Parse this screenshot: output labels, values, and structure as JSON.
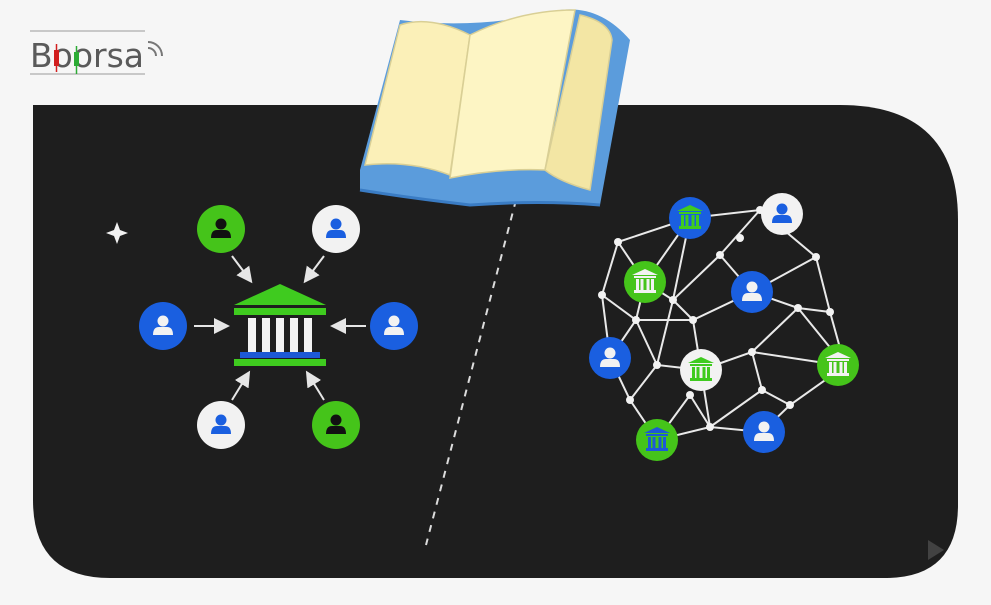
{
  "brand": {
    "logo_text": "Boorsa"
  },
  "colors": {
    "panel": "#1e1e1e",
    "blue": "#1a5fe0",
    "green": "#45c41a",
    "white": "#f2f2f2",
    "bank_green": "#3fcb1f",
    "bank_blue": "#1d59d6",
    "book_cover": "#6aa6e0",
    "book_pages": "#fbf0b8"
  },
  "icons": [
    "sparkle-icon",
    "bank-icon",
    "user-icon",
    "book-icon",
    "play-icon"
  ],
  "left_diagram": {
    "description_type": "centralized-network",
    "nodes": [
      {
        "kind": "user",
        "color": "green"
      },
      {
        "kind": "user",
        "color": "white"
      },
      {
        "kind": "user",
        "color": "blue"
      },
      {
        "kind": "user",
        "color": "blue"
      },
      {
        "kind": "user",
        "color": "white"
      },
      {
        "kind": "user",
        "color": "green"
      }
    ]
  },
  "right_diagram": {
    "description_type": "decentralized-network",
    "nodes": [
      {
        "kind": "bank",
        "color": "blue"
      },
      {
        "kind": "user",
        "color": "white"
      },
      {
        "kind": "bank",
        "color": "green"
      },
      {
        "kind": "user",
        "color": "blue"
      },
      {
        "kind": "user",
        "color": "blue"
      },
      {
        "kind": "bank",
        "color": "white"
      },
      {
        "kind": "bank",
        "color": "green"
      },
      {
        "kind": "bank",
        "color": "green"
      },
      {
        "kind": "user",
        "color": "blue"
      }
    ]
  }
}
